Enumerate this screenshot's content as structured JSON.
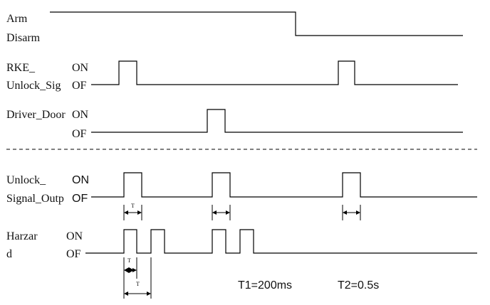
{
  "signals": {
    "arm_disarm": {
      "label_top": "Arm",
      "label_bottom": "Disarm"
    },
    "rke_unlock": {
      "label_top": "RKE_",
      "label_bottom": "Unlock_Sig",
      "on": "ON",
      "off": "OF"
    },
    "driver_door": {
      "label": "Driver_Door",
      "on": "ON",
      "off": "OF"
    },
    "unlock_output": {
      "label_top": "Unlock_",
      "label_bottom": "Signal_Outp",
      "on": "ON",
      "off": "OF"
    },
    "hazard": {
      "label_top": "Harzar",
      "label_bottom": "d",
      "on": "ON",
      "off": "OF"
    }
  },
  "timing": {
    "t_marker": "T",
    "t1": "T1=200ms",
    "t2": "T2=0.5s"
  }
}
